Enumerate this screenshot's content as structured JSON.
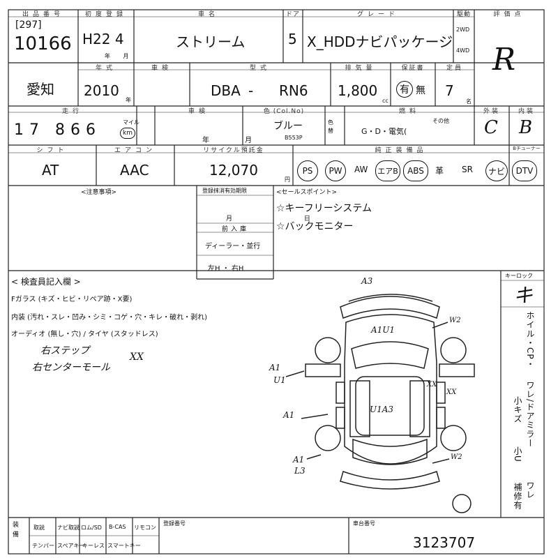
{
  "header": {
    "lot_label": "出品番号",
    "reg_label": "初度登録",
    "name_label": "車名",
    "door_label": "ドア",
    "grade_label": "グレード",
    "drive_label": "駆動",
    "score_label": "評価点",
    "lot_sub": "[297]",
    "lot_no": "10166",
    "reg_value": "H22 4",
    "reg_unit": "年 月",
    "car_name": "ストリーム",
    "doors": "5",
    "grade": "X_HDDナビパッケージ",
    "drive_2wd": "2WD",
    "drive_4wd": "4WD",
    "score": "R"
  },
  "row2": {
    "region": "愛知",
    "year_label": "年式",
    "year": "2010",
    "year_unit": "年",
    "shaken_label": "車検",
    "model_label": "型式",
    "model_prefix": "DBA",
    "model_dash": "-",
    "model_code": "RN6",
    "cc_label": "排気量",
    "cc": "1,800",
    "cc_unit": "cc",
    "warranty_label": "保証書",
    "warranty_yes": "有",
    "warranty_no": "無",
    "seats_label": "定員",
    "seats": "7",
    "seats_unit": "名"
  },
  "row3": {
    "mileage_label": "走行",
    "mileage": "17 866",
    "mile_label": "マイル",
    "km_label": "km",
    "shaken_label": "車検",
    "shaken_value": "年 月",
    "color_label": "色 (Col.No)",
    "color": "ブルー",
    "color_code": "B553P",
    "color_change_label": "色替",
    "fuel_label": "燃料",
    "fuel_options": "G・D・電気(",
    "fuel_other": "その他",
    "ext_label": "外装",
    "int_label": "内装",
    "ext": "C",
    "int": "B"
  },
  "row4": {
    "shift_label": "シフト",
    "aircon_label": "エアコン",
    "recycle_label": "リサイクル預託金",
    "equip_label": "純正装備品",
    "tuner_label": "Bチューナー",
    "shift": "AT",
    "aircon": "AAC",
    "recycle": "12,070",
    "recycle_unit": "円",
    "equipment": [
      "PS",
      "PW",
      "AW",
      "エアB",
      "ABS",
      "革",
      "SR",
      "ナビ",
      "DTV"
    ]
  },
  "notes": {
    "caution_label": "<注意事項>",
    "plate_label": "登録抹消有効期限",
    "plate_unit": "月 日",
    "import_label": "前入庫",
    "dealer": "ディーラー・並行",
    "handle": "左H ・ 右H",
    "sales_label": "<セールスポイント>",
    "sales_points": [
      "☆キーフリーシステム",
      "☆バックモニター"
    ]
  },
  "inspection": {
    "title": "< 検査員記入欄 >",
    "line1": "Fガラス (キズ・ヒビ・リペア跡・X要)",
    "line2": "内装 (汚れ・スレ・凹み・シミ・コゲ・穴・キレ・破れ・剥れ)",
    "line3": "オーディオ (無し・穴) / タイヤ (スタッドレス)",
    "handnote1": "右ステップ",
    "handnote2": "右センターモール",
    "handnote3": "XX",
    "key_label": "キーロック",
    "key_char": "キ",
    "side_text1": "ホイル・CP・",
    "side_text2": "ワレ/ドアミラー",
    "side_text3": "小キズ",
    "side_text4": "小U",
    "side_text5": "ワレ",
    "side_text6": "補修有",
    "marks": {
      "A3": "A3",
      "A1U1": "A1U1",
      "W2a": "W2",
      "W2b": "W2",
      "A1a": "A1",
      "U1": "U1",
      "A1b": "A1",
      "U1A3": "U1A3",
      "A1L3": "A1",
      "L3": "L3",
      "XX1": "XX",
      "XX2": "XX"
    }
  },
  "footer": {
    "col1": "装備",
    "col2": "取説",
    "col3": "ナビ取説",
    "col4": "ロム/SD",
    "col5": "B-CAS",
    "col6": "リモコン",
    "col7": "テンパー",
    "col8": "スペアキー",
    "col9": "キーレス",
    "col10": "スマートキー",
    "reg_no_label": "登録番号",
    "chassis_label": "車台番号",
    "chassis": "3123707"
  }
}
